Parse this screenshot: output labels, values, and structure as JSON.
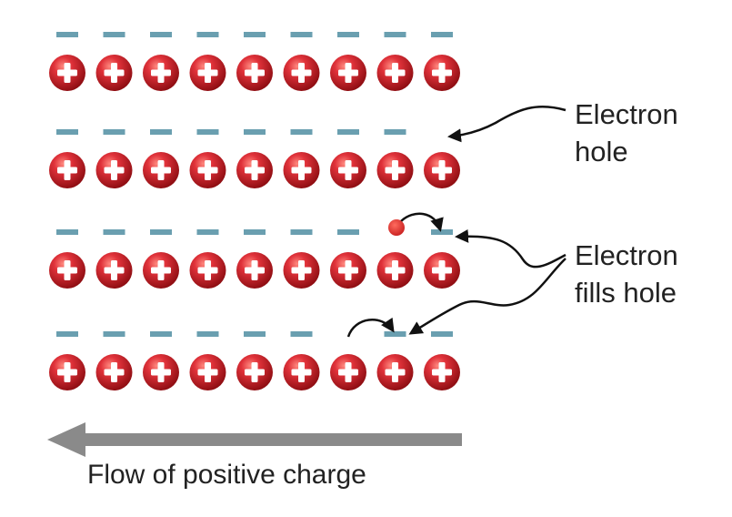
{
  "diagram": {
    "rows": [
      {
        "dashes": [
          1,
          1,
          1,
          1,
          1,
          1,
          1,
          1,
          1
        ],
        "charges": 9
      },
      {
        "dashes": [
          1,
          1,
          1,
          1,
          1,
          1,
          1,
          1,
          0
        ],
        "charges": 9
      },
      {
        "dashes": [
          1,
          1,
          1,
          1,
          1,
          1,
          1,
          0,
          1
        ],
        "charges": 9,
        "moving_electron_slot": 7
      },
      {
        "dashes": [
          1,
          1,
          1,
          1,
          1,
          1,
          0,
          1,
          1
        ],
        "charges": 9
      }
    ],
    "labels": {
      "electron_hole": [
        "Electron",
        "hole"
      ],
      "electron_fills_hole": [
        "Electron",
        "fills hole"
      ]
    },
    "flow_caption": "Flow of positive charge",
    "colors": {
      "negative_dash": "#6a9fb0",
      "positive_charge": "#b8141c",
      "electron": "#d42a2a",
      "arrow": "#111111",
      "flow_arrow": "#8a8a8a",
      "text": "#222222"
    }
  }
}
